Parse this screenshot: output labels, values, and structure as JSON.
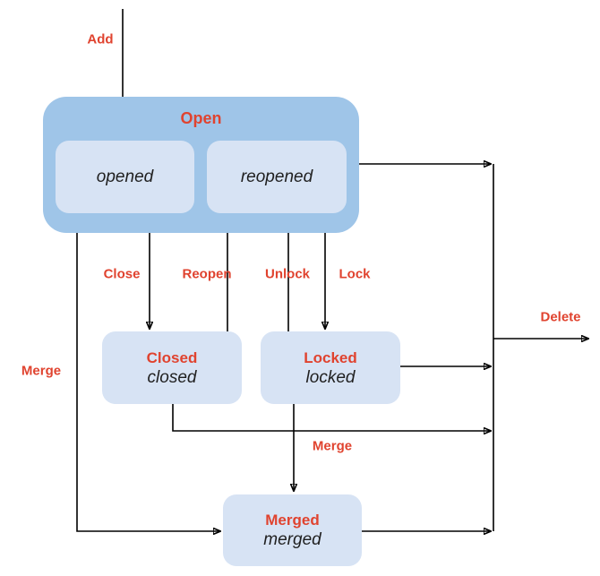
{
  "diagram": {
    "type": "state-diagram",
    "colors": {
      "container_fill": "#9fc5e8",
      "state_fill": "#d7e3f4",
      "edge_label_red": "#e0432f",
      "state_subtitle_text": "#1f1f1f",
      "line": "#000000",
      "background": "#ffffff"
    },
    "nodes": {
      "open": {
        "label": "Open"
      },
      "opened": {
        "label": "opened"
      },
      "reopened": {
        "label": "reopened"
      },
      "closed": {
        "title": "Closed",
        "subtitle": "closed"
      },
      "locked": {
        "title": "Locked",
        "subtitle": "locked"
      },
      "merged": {
        "title": "Merged",
        "subtitle": "merged"
      }
    },
    "edges": [
      {
        "id": "add",
        "label": "Add",
        "from": "start",
        "to": "opened"
      },
      {
        "id": "close",
        "label": "Close",
        "from": "open",
        "to": "closed"
      },
      {
        "id": "reopen",
        "label": "Reopen",
        "from": "closed",
        "to": "reopened"
      },
      {
        "id": "unlock",
        "label": "Unlock",
        "from": "locked",
        "to": "reopened"
      },
      {
        "id": "lock",
        "label": "Lock",
        "from": "open",
        "to": "locked"
      },
      {
        "id": "merge-open",
        "label": "Merge",
        "from": "open",
        "to": "merged"
      },
      {
        "id": "merge-locked",
        "label": "Merge",
        "from": "locked",
        "to": "merged"
      },
      {
        "id": "delete",
        "label": "Delete",
        "from": "open, closed, locked, merged",
        "to": "deleted"
      }
    ]
  }
}
